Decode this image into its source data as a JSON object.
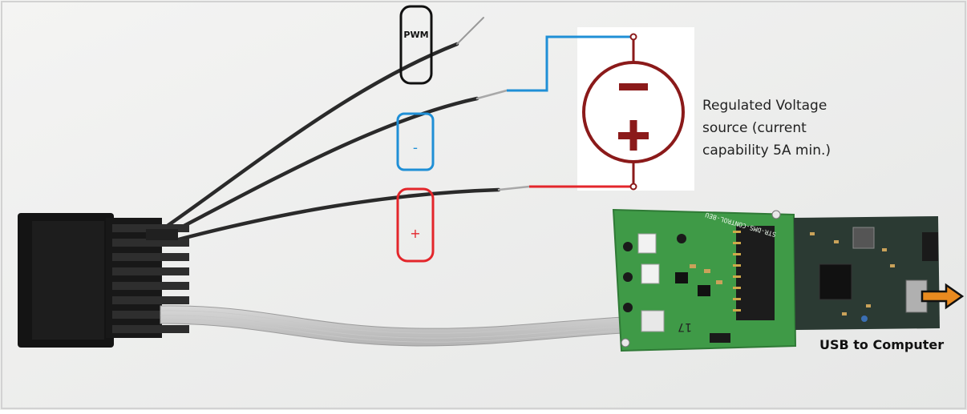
{
  "labels": {
    "pwm": "PWM",
    "minus": "-",
    "plus": "+",
    "regulated_line1": "Regulated Voltage",
    "regulated_line2": "source (current",
    "regulated_line3": "capability 5A min.)",
    "usb": "USB to Computer",
    "ribbon_number": "17",
    "pcb_silkscreen": "STR-DMS-CONTROL-BEU"
  },
  "colors": {
    "pwm_box": "#111111",
    "minus_box": "#1f8fd6",
    "plus_box": "#e3262b",
    "source_symbol": "#8b1a1a",
    "pcb": "#3f9a47",
    "wire": "#2a2a2a"
  },
  "icons": [
    "voltage-source-symbol",
    "usb-arrow-icon"
  ]
}
